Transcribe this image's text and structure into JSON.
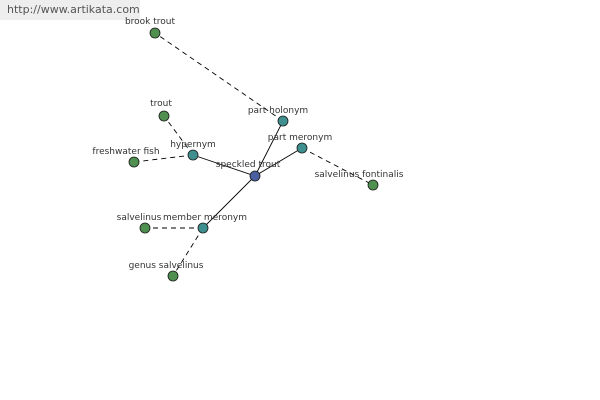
{
  "url": "http://www.artikata.com",
  "graph": {
    "colors": {
      "center": "#4a5fa0",
      "relation": "#3f8f8f",
      "leaf": "#4f8f4f",
      "edge": "#000000"
    },
    "nodes": [
      {
        "id": "speckled-trout",
        "label": "speckled trout",
        "kind": "center"
      },
      {
        "id": "part-holonym",
        "label": "part holonym",
        "kind": "relation"
      },
      {
        "id": "part-meronym",
        "label": "part meronym",
        "kind": "relation"
      },
      {
        "id": "hypernym",
        "label": "hypernym",
        "kind": "relation"
      },
      {
        "id": "member-meronym",
        "label": "member meronym",
        "kind": "relation"
      },
      {
        "id": "brook-trout",
        "label": "brook trout",
        "kind": "leaf"
      },
      {
        "id": "trout",
        "label": "trout",
        "kind": "leaf"
      },
      {
        "id": "freshwater-fish",
        "label": "freshwater fish",
        "kind": "leaf"
      },
      {
        "id": "salvelinus-fontinalis",
        "label": "salvelinus fontinalis",
        "kind": "leaf"
      },
      {
        "id": "salvelinus",
        "label": "salvelinus",
        "kind": "leaf"
      },
      {
        "id": "genus-salvelinus",
        "label": "genus salvelinus",
        "kind": "leaf"
      }
    ],
    "edges": [
      {
        "from": "speckled-trout",
        "to": "part-holonym",
        "style": "solid"
      },
      {
        "from": "speckled-trout",
        "to": "part-meronym",
        "style": "solid"
      },
      {
        "from": "speckled-trout",
        "to": "hypernym",
        "style": "solid"
      },
      {
        "from": "speckled-trout",
        "to": "member-meronym",
        "style": "solid"
      },
      {
        "from": "part-holonym",
        "to": "brook-trout",
        "style": "dashed"
      },
      {
        "from": "hypernym",
        "to": "trout",
        "style": "dashed"
      },
      {
        "from": "hypernym",
        "to": "freshwater-fish",
        "style": "dashed"
      },
      {
        "from": "part-meronym",
        "to": "salvelinus-fontinalis",
        "style": "dashed"
      },
      {
        "from": "member-meronym",
        "to": "salvelinus",
        "style": "dashed"
      },
      {
        "from": "member-meronym",
        "to": "genus-salvelinus",
        "style": "dashed"
      }
    ]
  }
}
